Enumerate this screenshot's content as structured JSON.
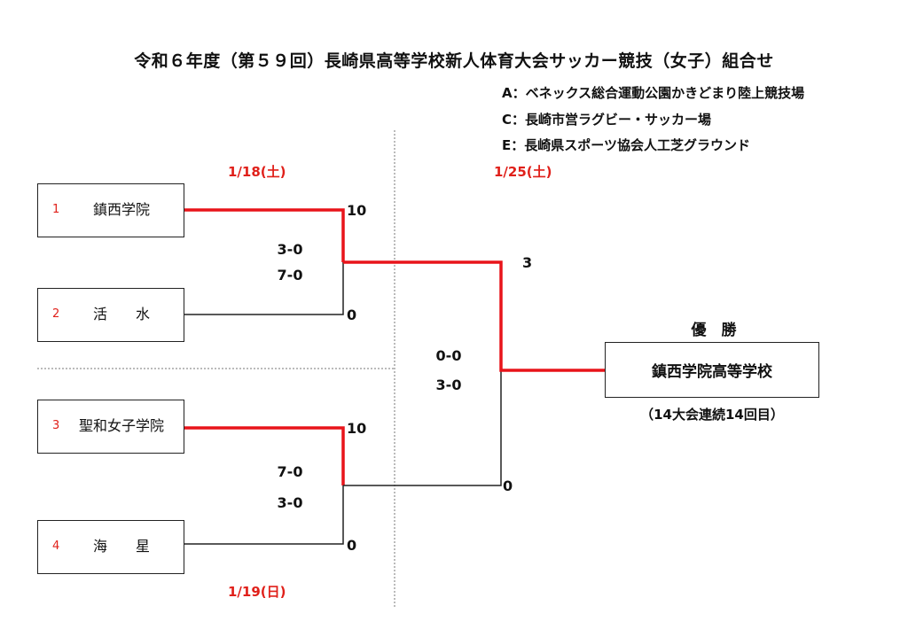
{
  "title": "令和６年度（第５９回）長崎県高等学校新人体育大会サッカー競技（女子）組合せ",
  "venues": [
    "A：ベネックス総合運動公園かきどまり陸上競技場",
    "C：長崎市営ラグビー・サッカー場",
    "E：長崎県スポーツ協会人工芝グラウンド"
  ],
  "dates": {
    "round1_top": "1/18(土)",
    "round1_bottom": "1/19(日)",
    "final": "1/25(土)"
  },
  "teams": [
    {
      "seed": "1",
      "name": "鎮西学院"
    },
    {
      "seed": "2",
      "name": "活　　水"
    },
    {
      "seed": "3",
      "name": "聖和女子学院"
    },
    {
      "seed": "4",
      "name": "海　　星"
    }
  ],
  "matches": {
    "sf1": {
      "score_top": "10",
      "score_bottom": "0",
      "half1": "3-0",
      "half2": "7-0"
    },
    "sf2": {
      "score_top": "10",
      "score_bottom": "0",
      "half1": "7-0",
      "half2": "3-0"
    },
    "final": {
      "score_top": "3",
      "score_bottom": "0",
      "half1": "0-0",
      "half2": "3-0"
    }
  },
  "champion": {
    "label": "優　勝",
    "name": "鎮西学院高等学校",
    "note": "（14大会連続14回目）"
  },
  "colors": {
    "win_line": "#e8141a",
    "line": "#222222",
    "date": "#e0201a"
  }
}
